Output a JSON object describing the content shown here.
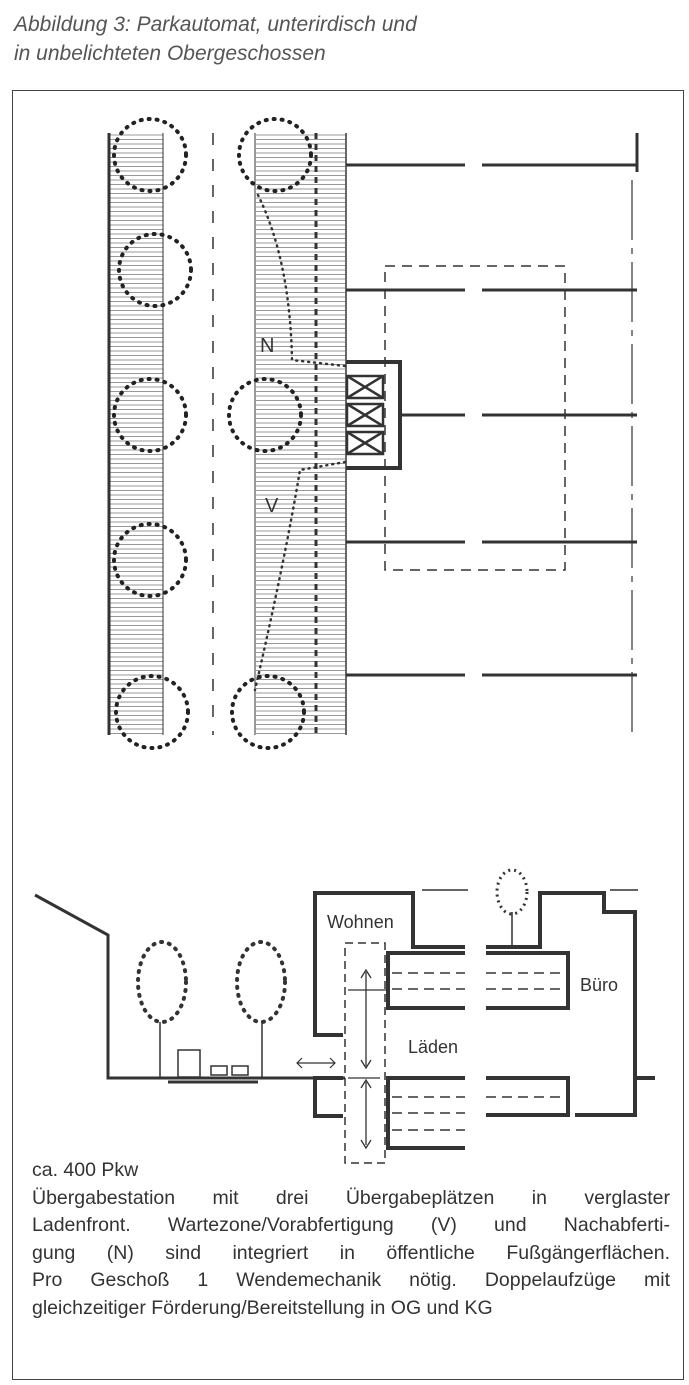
{
  "title": {
    "line1": "Abbildung 3: Parkautomat, unterirdisch und",
    "line2": "in unbelichteten Obergeschossen"
  },
  "plan": {
    "label_n": "N",
    "label_v": "V"
  },
  "section": {
    "label_wohnen": "Wohnen",
    "label_buero": "Büro",
    "label_laeden": "Läden"
  },
  "caption": {
    "capacity": "ca. 400 Pkw",
    "lines": [
      "Übergabestation mit drei Übergabeplätzen in verglaster",
      "Ladenfront. Wartezone/Vorabfertigung (V) und Nachabferti-",
      "gung (N) sind integriert in öffentliche Fußgängerflächen.",
      "Pro Geschoß 1 Wendemechanik nötig. Doppelaufzüge mit",
      "gleichzeitiger Förderung/Bereitstellung in OG und KG"
    ]
  }
}
